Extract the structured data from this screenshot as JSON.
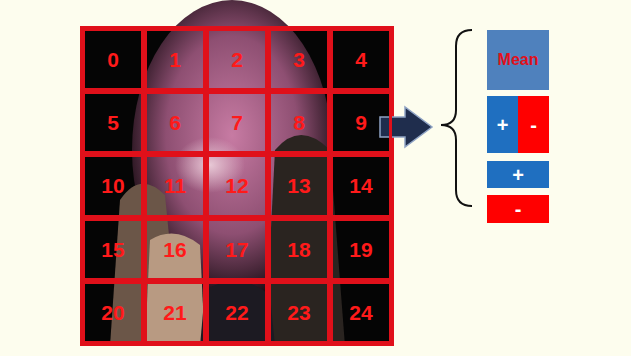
{
  "diagram": {
    "nodes": [
      {
        "text": [
          "0"
        ]
      },
      {
        "text": [
          "1"
        ]
      },
      {
        "text": [
          "2"
        ]
      },
      {
        "text": [
          "3"
        ]
      },
      {
        "text": [
          "4"
        ]
      },
      {
        "text": [
          "5"
        ]
      },
      {
        "text": [
          "6"
        ]
      },
      {
        "text": [
          "7"
        ]
      },
      {
        "text": [
          "8"
        ]
      },
      {
        "text": [
          "9"
        ]
      },
      {
        "text": [
          "10"
        ]
      },
      {
        "text": [
          "11"
        ]
      },
      {
        "text": [
          "12"
        ]
      },
      {
        "text": [
          "13"
        ]
      },
      {
        "text": [
          "14"
        ]
      },
      {
        "text": [
          "15"
        ]
      },
      {
        "text": [
          "16"
        ]
      },
      {
        "text": [
          "17"
        ]
      },
      {
        "text": [
          "18"
        ]
      },
      {
        "text": [
          "19"
        ]
      },
      {
        "text": [
          "20"
        ]
      },
      {
        "text": [
          "21"
        ]
      },
      {
        "text": [
          "22"
        ]
      },
      {
        "text": [
          "23"
        ]
      },
      {
        "text": [
          "24"
        ]
      },
      {
        "text": [
          "Mean"
        ]
      },
      {
        "text": [
          "+"
        ]
      },
      {
        "text": [
          "-"
        ]
      },
      {
        "text": [
          "+"
        ]
      },
      {
        "text": [
          "-"
        ]
      }
    ]
  }
}
